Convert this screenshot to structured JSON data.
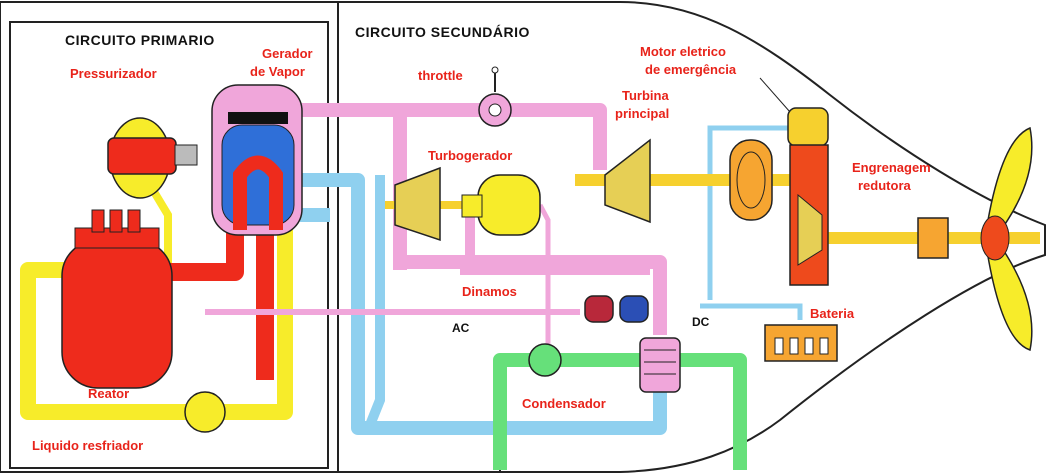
{
  "sections": {
    "primary": "CIRCUITO PRIMARIO",
    "secondary": "CIRCUITO SECUNDÁRIO"
  },
  "labels": {
    "pressurizer": "Pressurizador",
    "steam_gen_1": "Gerador",
    "steam_gen_2": "de Vapor",
    "throttle": "throttle",
    "turbogen": "Turbogerador",
    "turbine_1": "Turbina",
    "turbine_2": "principal",
    "motor_1": "Motor eletrico",
    "motor_2": "de emergência",
    "gear_1": "Engrenagem",
    "gear_2": "redutora",
    "dynamos": "Dinamos",
    "battery": "Bateria",
    "ac": "AC",
    "dc": "DC",
    "reactor": "Reator",
    "condenser": "Condensador",
    "coolant": "Liquido resfriador"
  },
  "colors": {
    "primary_loop": "#f7ec2a",
    "hot_loop": "#ee2b1c",
    "steam_loop": "#f0a6da",
    "cold_loop": "#8fd0ef",
    "condenser_loop": "#66e07a",
    "shaft": "#f6d02e",
    "label_red": "#e8231a"
  }
}
